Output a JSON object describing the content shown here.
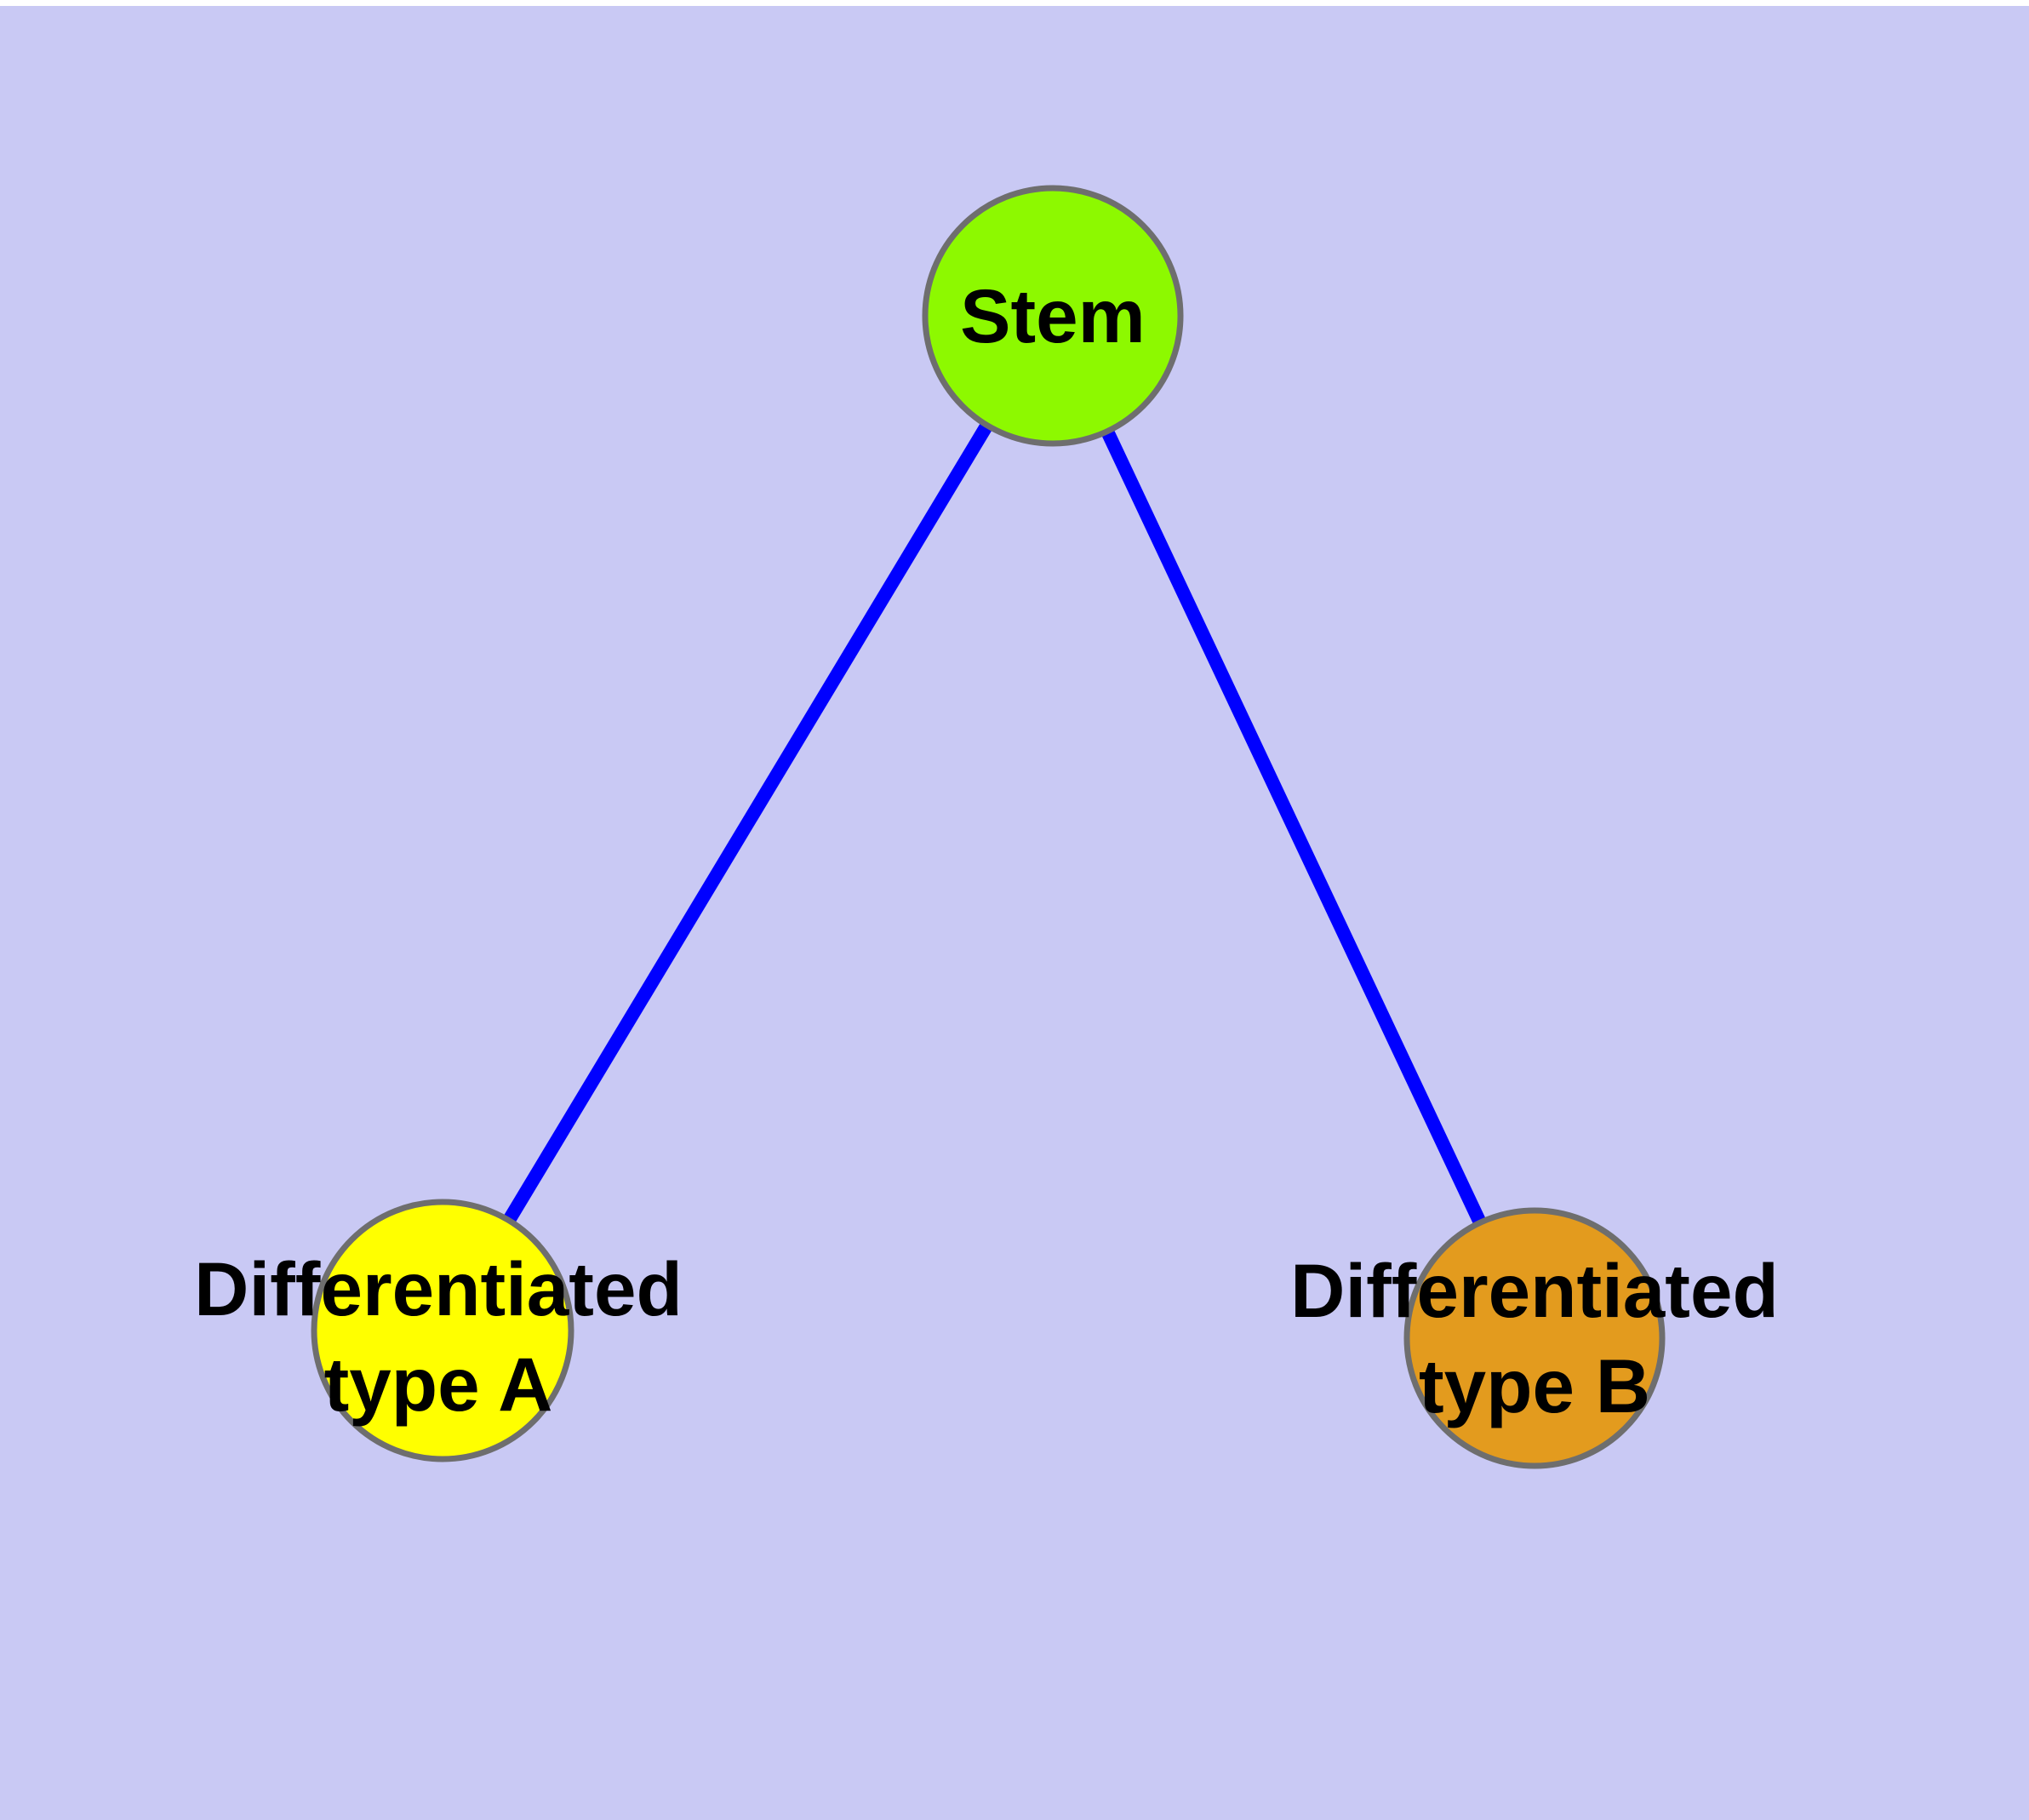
{
  "diagram": {
    "background_color": "#c9c9f4",
    "top_strip_color": "#ffffff",
    "edge_color": "#0000ff",
    "node_border_color": "#6e6e6e",
    "label_color": "#000000",
    "nodes": {
      "stem": {
        "label": "Stem",
        "fill": "#8df900"
      },
      "type_a": {
        "label_line1": "Differentiated",
        "label_line2": "type A",
        "fill": "#ffff00"
      },
      "type_b": {
        "label_line1": "Differentiated",
        "label_line2": "type B",
        "fill": "#e39b1e"
      }
    },
    "edges": [
      {
        "name": "stem-to-type-a"
      },
      {
        "name": "stem-to-type-b"
      }
    ]
  }
}
